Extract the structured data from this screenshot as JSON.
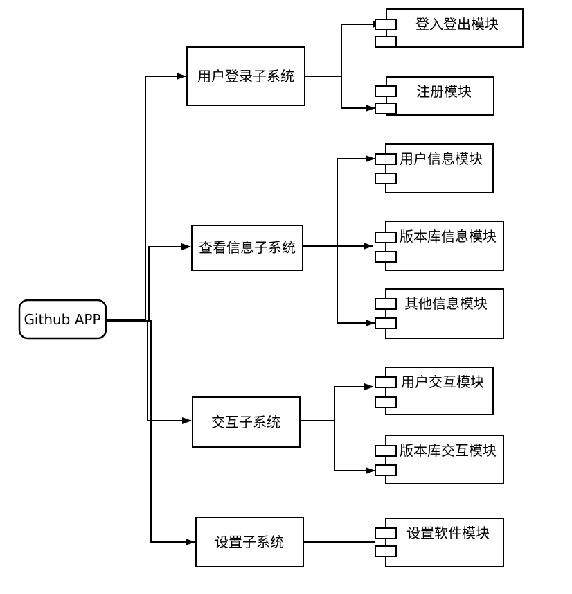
{
  "diagram": {
    "type": "uml-component-diagram",
    "colors": {
      "stroke": "#000000",
      "fill": "#ffffff",
      "canvas": "#ffffff"
    },
    "root": {
      "label": "Github APP"
    },
    "subsystems": [
      {
        "label": "用户登录子系统"
      },
      {
        "label": "查看信息子系统"
      },
      {
        "label": "交互子系统"
      },
      {
        "label": "设置子系统"
      }
    ],
    "modules": [
      {
        "label": "登入登出模块"
      },
      {
        "label": "注册模块"
      },
      {
        "label": "用户信息模块"
      },
      {
        "label": "版本库信息模块"
      },
      {
        "label": "其他信息模块"
      },
      {
        "label": "用户交互模块"
      },
      {
        "label": "版本库交互模块"
      },
      {
        "label": "设置软件模块"
      }
    ],
    "edges": [
      {
        "from": "Github APP",
        "to": "用户登录子系统"
      },
      {
        "from": "Github APP",
        "to": "查看信息子系统"
      },
      {
        "from": "Github APP",
        "to": "交互子系统"
      },
      {
        "from": "Github APP",
        "to": "设置子系统"
      },
      {
        "from": "用户登录子系统",
        "to": "登入登出模块"
      },
      {
        "from": "用户登录子系统",
        "to": "注册模块"
      },
      {
        "from": "查看信息子系统",
        "to": "用户信息模块"
      },
      {
        "from": "查看信息子系统",
        "to": "版本库信息模块"
      },
      {
        "from": "查看信息子系统",
        "to": "其他信息模块"
      },
      {
        "from": "交互子系统",
        "to": "用户交互模块"
      },
      {
        "from": "交互子系统",
        "to": "版本库交互模块"
      },
      {
        "from": "设置子系统",
        "to": "设置软件模块"
      }
    ]
  }
}
